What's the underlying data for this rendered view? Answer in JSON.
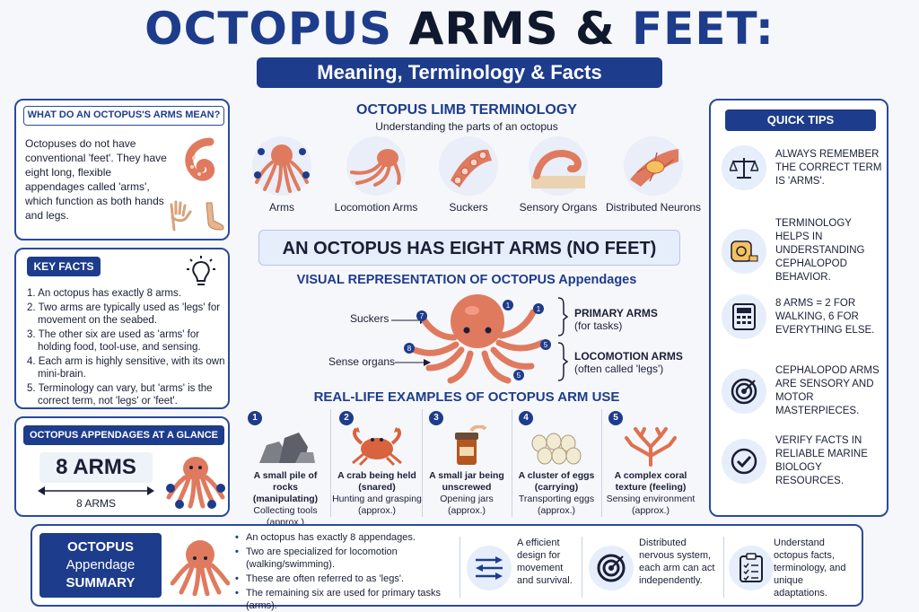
{
  "title": {
    "part1": "OCTOPUS",
    "part2": "ARMS &",
    "part3": "FEET:"
  },
  "subtitle": "Meaning, Terminology & Facts",
  "arms_mean": {
    "heading": "WHAT DO AN OCTOPUS'S ARMS MEAN?",
    "text": "Octopuses do not have conventional 'feet'. They have eight long, flexible appendages called 'arms', which function as both hands and legs."
  },
  "key_facts": {
    "heading": "KEY FACTS",
    "items": [
      "1. An octopus has exactly 8 arms.",
      "2. Two arms are typically used as 'legs' for movement on the seabed.",
      "3. The other six are used as 'arms' for holding food, tool-use, and sensing.",
      "4. Each arm is highly sensitive, with its own mini-brain.",
      "5. Terminology can vary, but 'arms' is the correct term, not 'legs' or 'feet'."
    ]
  },
  "glance": {
    "heading": "OCTOPUS APPENDAGES AT A GLANCE",
    "big": "8 ARMS",
    "small": "8 ARMS"
  },
  "terminology": {
    "heading": "OCTOPUS LIMB TERMINOLOGY",
    "sub": "Understanding the parts of an octopus",
    "items": [
      "Arms",
      "Locomotion Arms",
      "Suckers",
      "Sensory Organs",
      "Distributed Neurons"
    ]
  },
  "banner": "AN OCTOPUS HAS EIGHT ARMS (NO FEET)",
  "visual": {
    "heading": "VISUAL REPRESENTATION OF OCTOPUS Appendages",
    "label_suckers": "Suckers",
    "label_sense": "Sense organs",
    "primary_title": "PRIMARY ARMS",
    "primary_sub": "(for tasks)",
    "loco_title": "LOCOMOTION ARMS",
    "loco_sub": "(often called 'legs')"
  },
  "examples": {
    "heading": "REAL-LIFE EXAMPLES OF OCTOPUS ARM USE",
    "items": [
      {
        "num": "1",
        "title": "A small pile of rocks (manipulating)",
        "use": "Collecting tools",
        "note": "(approx.)"
      },
      {
        "num": "2",
        "title": "A crab being held (snared)",
        "use": "Hunting and grasping",
        "note": "(approx.)"
      },
      {
        "num": "3",
        "title": "A small jar being unscrewed",
        "use": "Opening jars",
        "note": "(approx.)"
      },
      {
        "num": "4",
        "title": "A cluster of eggs (carrying)",
        "use": "Transporting eggs",
        "note": "(approx.)"
      },
      {
        "num": "5",
        "title": "A complex coral texture (feeling)",
        "use": "Sensing environment",
        "note": "(approx.)"
      }
    ]
  },
  "tips": {
    "heading": "QUICK TIPS",
    "items": [
      "ALWAYS REMEMBER THE CORRECT TERM IS 'ARMS'.",
      "TERMINOLOGY HELPS IN UNDERSTANDING CEPHALOPOD BEHAVIOR.",
      "8 ARMS = 2 FOR WALKING, 6 FOR EVERYTHING ELSE.",
      "CEPHALOPOD ARMS ARE SENSORY AND MOTOR MASTERPIECES.",
      "VERIFY FACTS IN RELIABLE MARINE BIOLOGY RESOURCES."
    ]
  },
  "summary": {
    "label1": "OCTOPUS",
    "label2": "Appendage",
    "label3": "SUMMARY",
    "bullets": [
      "An octopus has exactly 8 appendages.",
      "Two are specialized for locomotion (walking/swimming).",
      "These are often referred to as 'legs'.",
      "The remaining six are used for primary tasks (arms)."
    ],
    "col1": "A efficient design for movement and survival.",
    "col2": "Distributed nervous system, each arm can act independently.",
    "col3": "Understand octopus facts, terminology, and unique adaptations."
  },
  "colors": {
    "navy": "#1e3c8c",
    "octopus": "#e07a5f",
    "bg": "#f6f7fa"
  }
}
